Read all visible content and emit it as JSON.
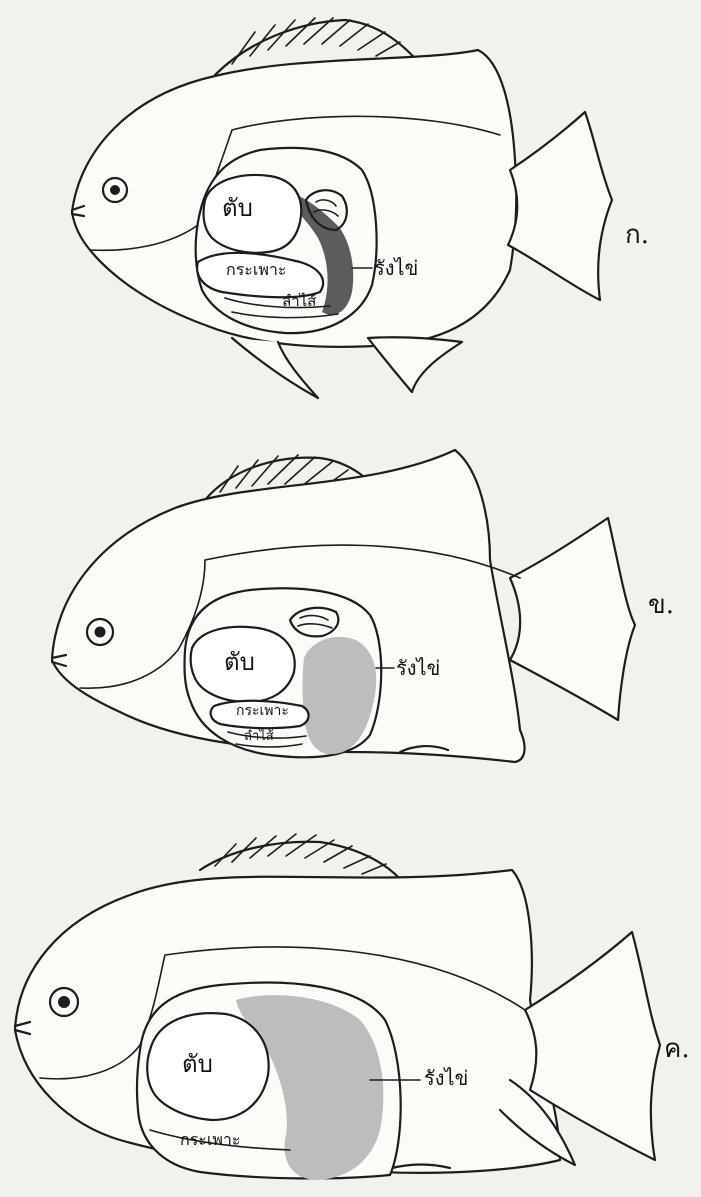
{
  "fish_a": {
    "letter": "ก.",
    "liver": "ตับ",
    "stomach": "กระเพาะ",
    "intestine": "ลำไส้",
    "ovary": "รังไข่"
  },
  "fish_b": {
    "letter": "ข.",
    "liver": "ตับ",
    "stomach": "กระเพาะ",
    "intestine": "ลำไส้",
    "ovary": "รังไข่"
  },
  "fish_c": {
    "letter": "ค.",
    "liver": "ตับ",
    "stomach": "กระเพาะ",
    "ovary": "รังไข่"
  }
}
